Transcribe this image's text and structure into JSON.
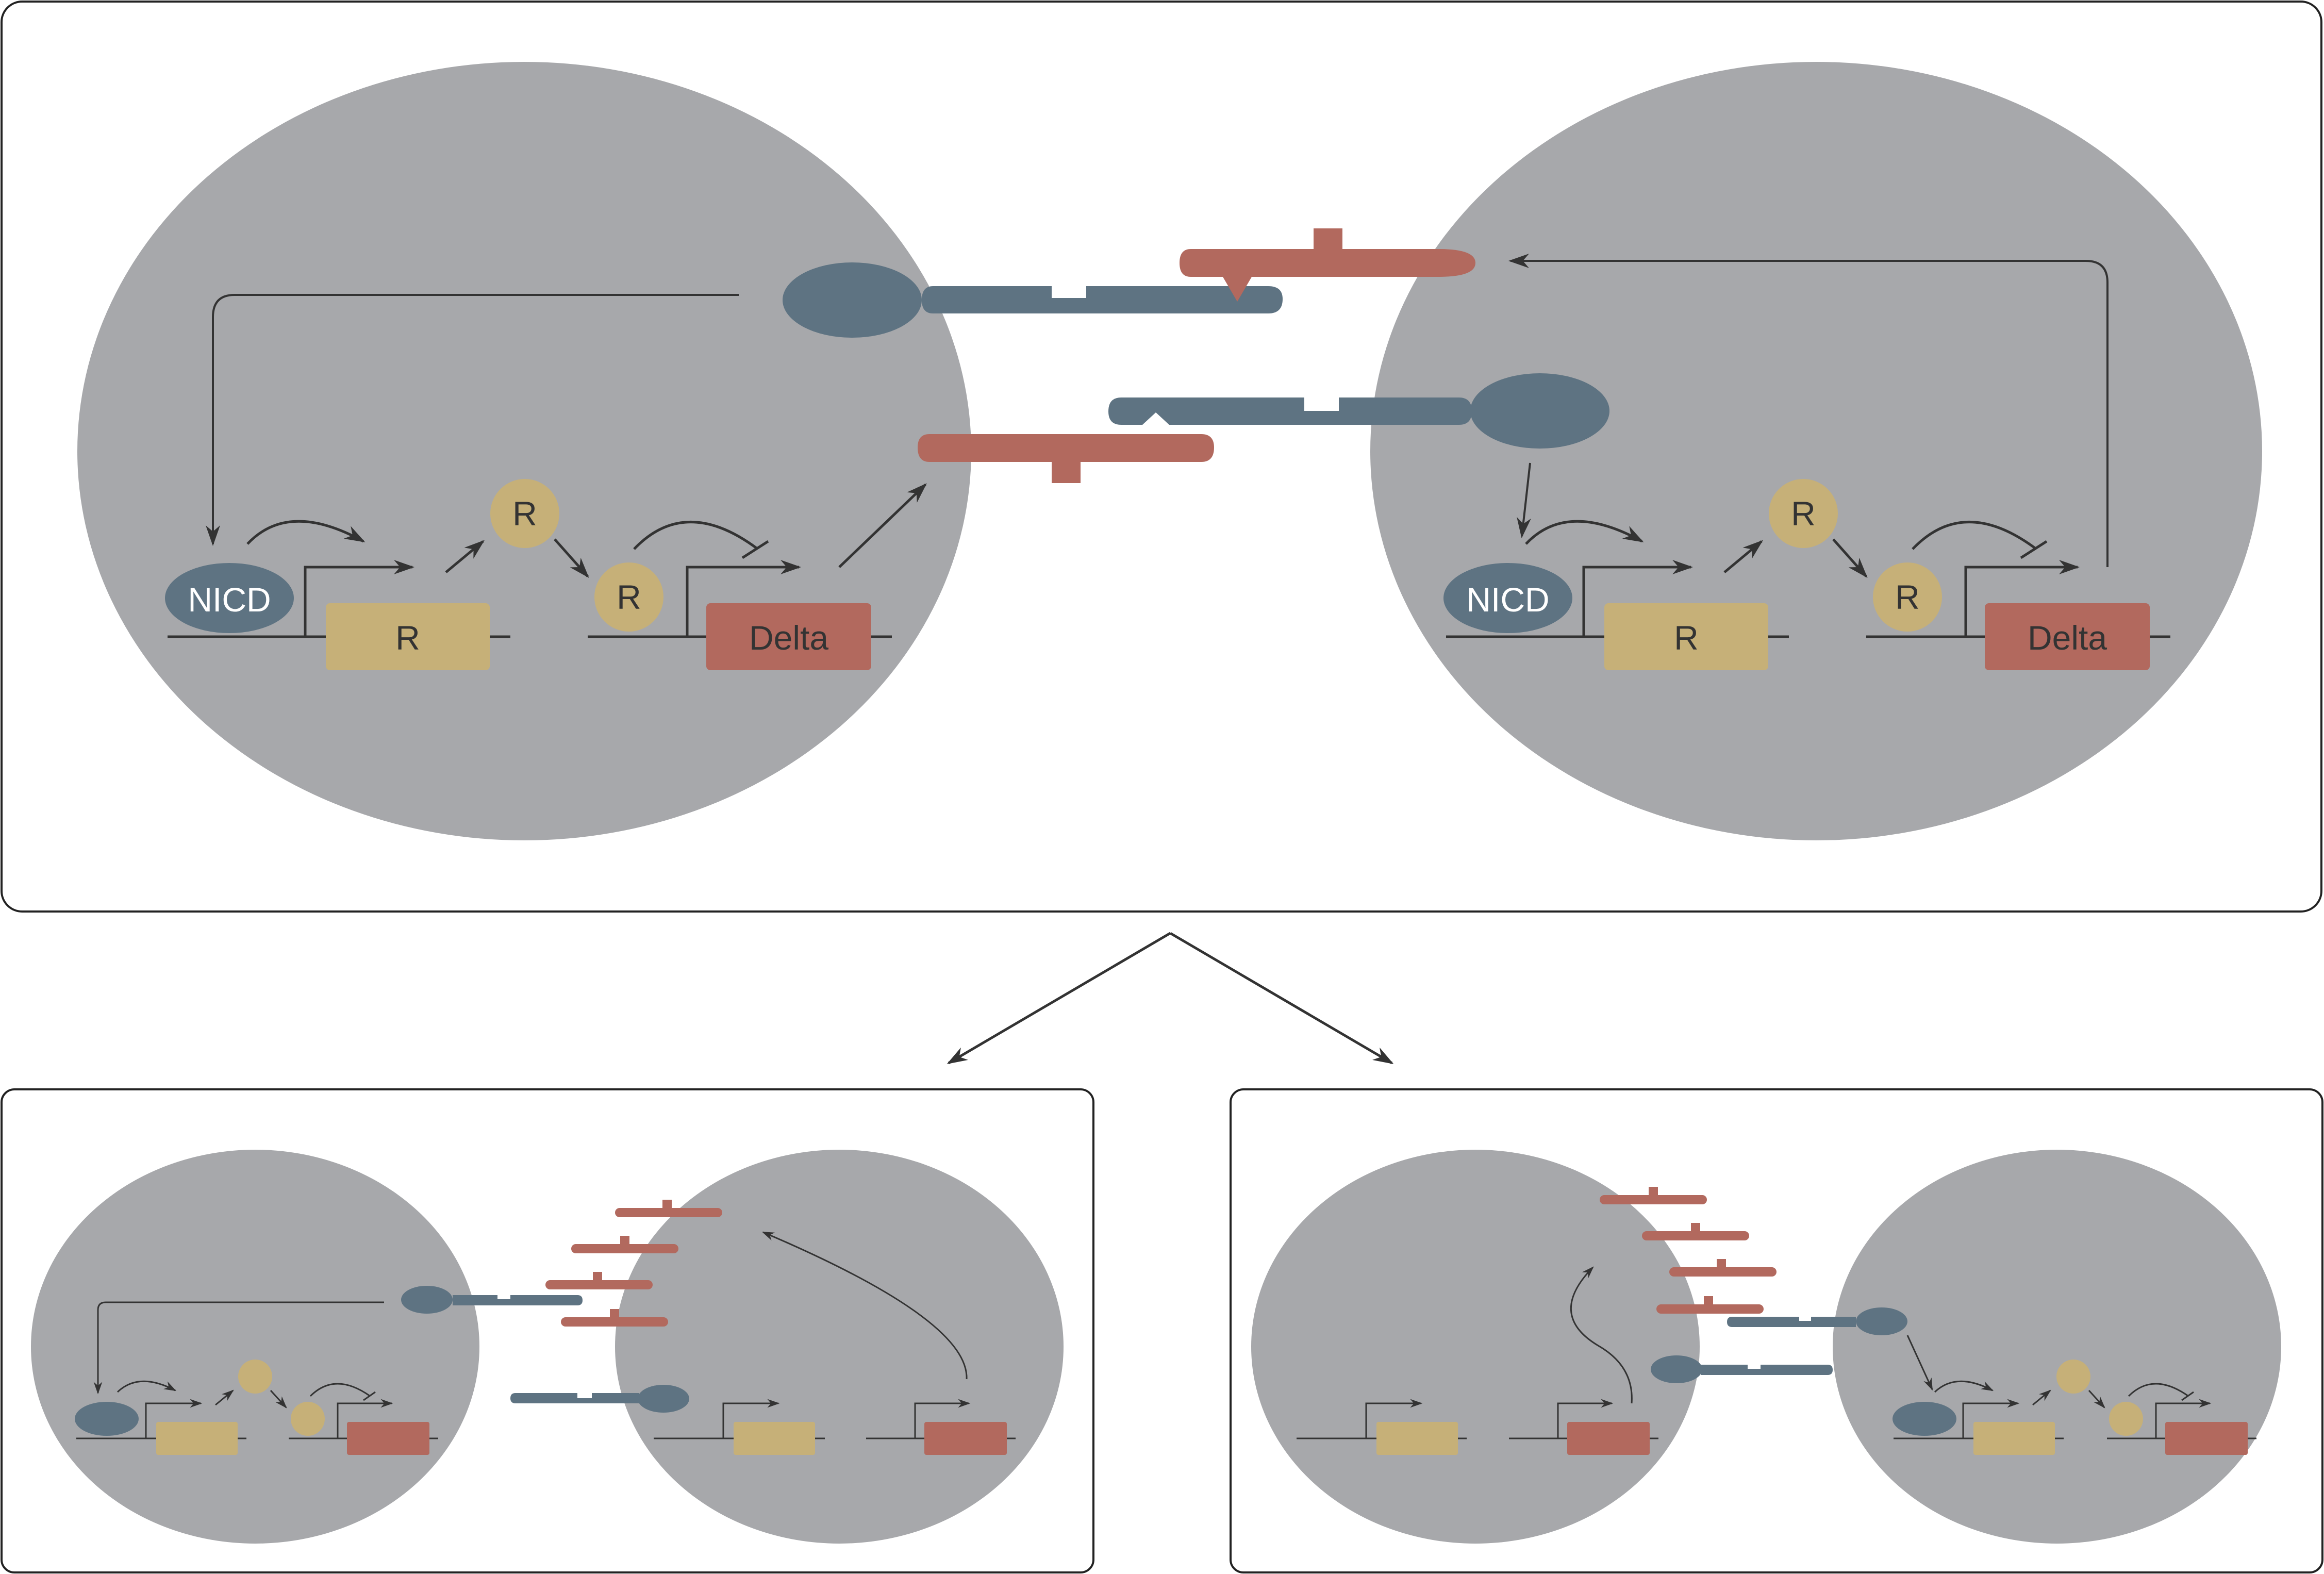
{
  "labels": {
    "nicd": "NICD",
    "r": "R",
    "delta": "Delta"
  },
  "colors": {
    "cell": "#A7A8AB",
    "notch": "#5E7382",
    "delta_protein": "#B2695E",
    "r": "#C6B078",
    "line": "#333333",
    "panel_border": "#222222"
  },
  "panels": [
    {
      "id": "top",
      "description_free": true,
      "cells": [
        "left-cell",
        "right-cell"
      ]
    },
    {
      "id": "bottom-left",
      "cells": [
        "left-cell-signal-sender-receiver",
        "right-cell"
      ]
    },
    {
      "id": "bottom-right",
      "cells": [
        "left-cell",
        "right-cell"
      ]
    }
  ]
}
